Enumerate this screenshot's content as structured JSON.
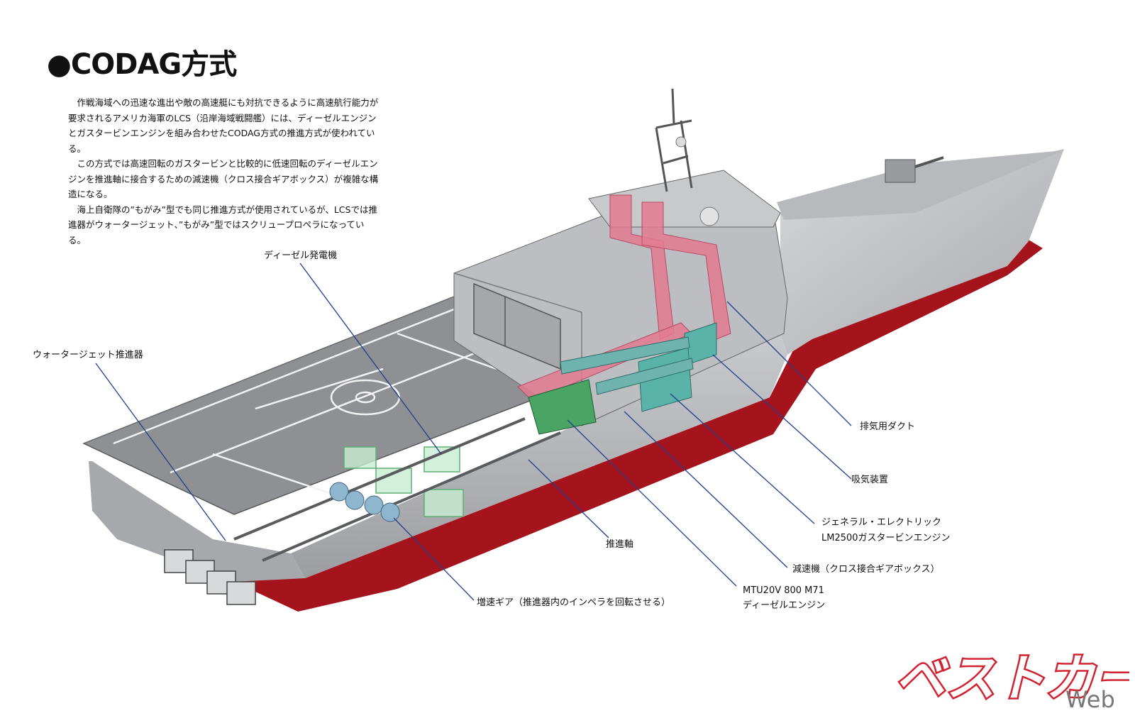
{
  "title": "●CODAG方式",
  "intro": [
    "作戦海域への迅速な進出や敵の高速艇にも対抗できるように高速航行能力が要求されるアメリカ海軍のLCS（沿岸海域戦闘艦）には、ディーゼルエンジンとガスタービンエンジンを組み合わせたCODAG方式の推進方式が使われている。",
    "この方式では高速回転のガスタービンと比較的に低速回転のディーゼルエンジンを推進軸に接合するための減速機（クロス接合ギアボックス）が複雑な構造になる。",
    "海上自衛隊の”もがみ”型でも同じ推進方式が使用されているが、LCSでは推進器がウォータージェット、”もがみ”型ではスクリュープロペラになっている。"
  ],
  "labels": {
    "diesel_generator": "ディーゼル発電機",
    "waterjet": "ウォータージェット推進器",
    "exhaust_duct": "排気用ダクト",
    "intake": "吸気装置",
    "ge_line1": "ジェネラル・エレクトリック",
    "ge_line2": "LM2500ガスタービンエンジン",
    "shaft": "推進軸",
    "reduction_gear": "減速機（クロス接合ギアボックス）",
    "mtu_line1": "MTU20V 800 M71",
    "mtu_line2": "ディーゼルエンジン",
    "speedup_gear": "増速ギア（推進器内のインペラを回転させる）"
  },
  "logo": {
    "main": "ベストカー",
    "sub": "Web"
  },
  "colors": {
    "leader": "#1f3f8f",
    "hull_red": "#a5141c",
    "deck": "#8f9094",
    "duct_pink": "#e0708a",
    "engine_teal": "#4aa39a",
    "diesel_green": "#3f9a5a"
  }
}
